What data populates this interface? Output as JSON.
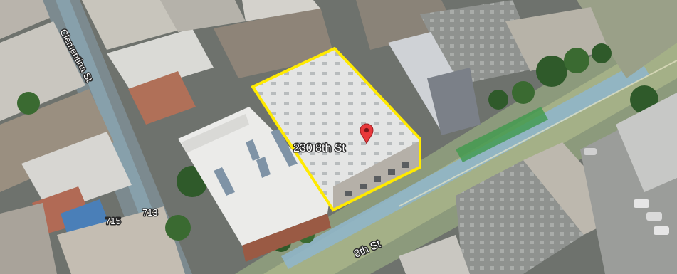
{
  "map": {
    "view": "satellite-3d",
    "highlight_color": "#ffea00",
    "pin_color": "#e8383b"
  },
  "labels": {
    "address": "230 8th St",
    "street_main": "8th St",
    "street_side": "Clementina St",
    "house_715": "715",
    "house_713": "713"
  },
  "pin": {
    "icon": "map-pin-icon"
  }
}
